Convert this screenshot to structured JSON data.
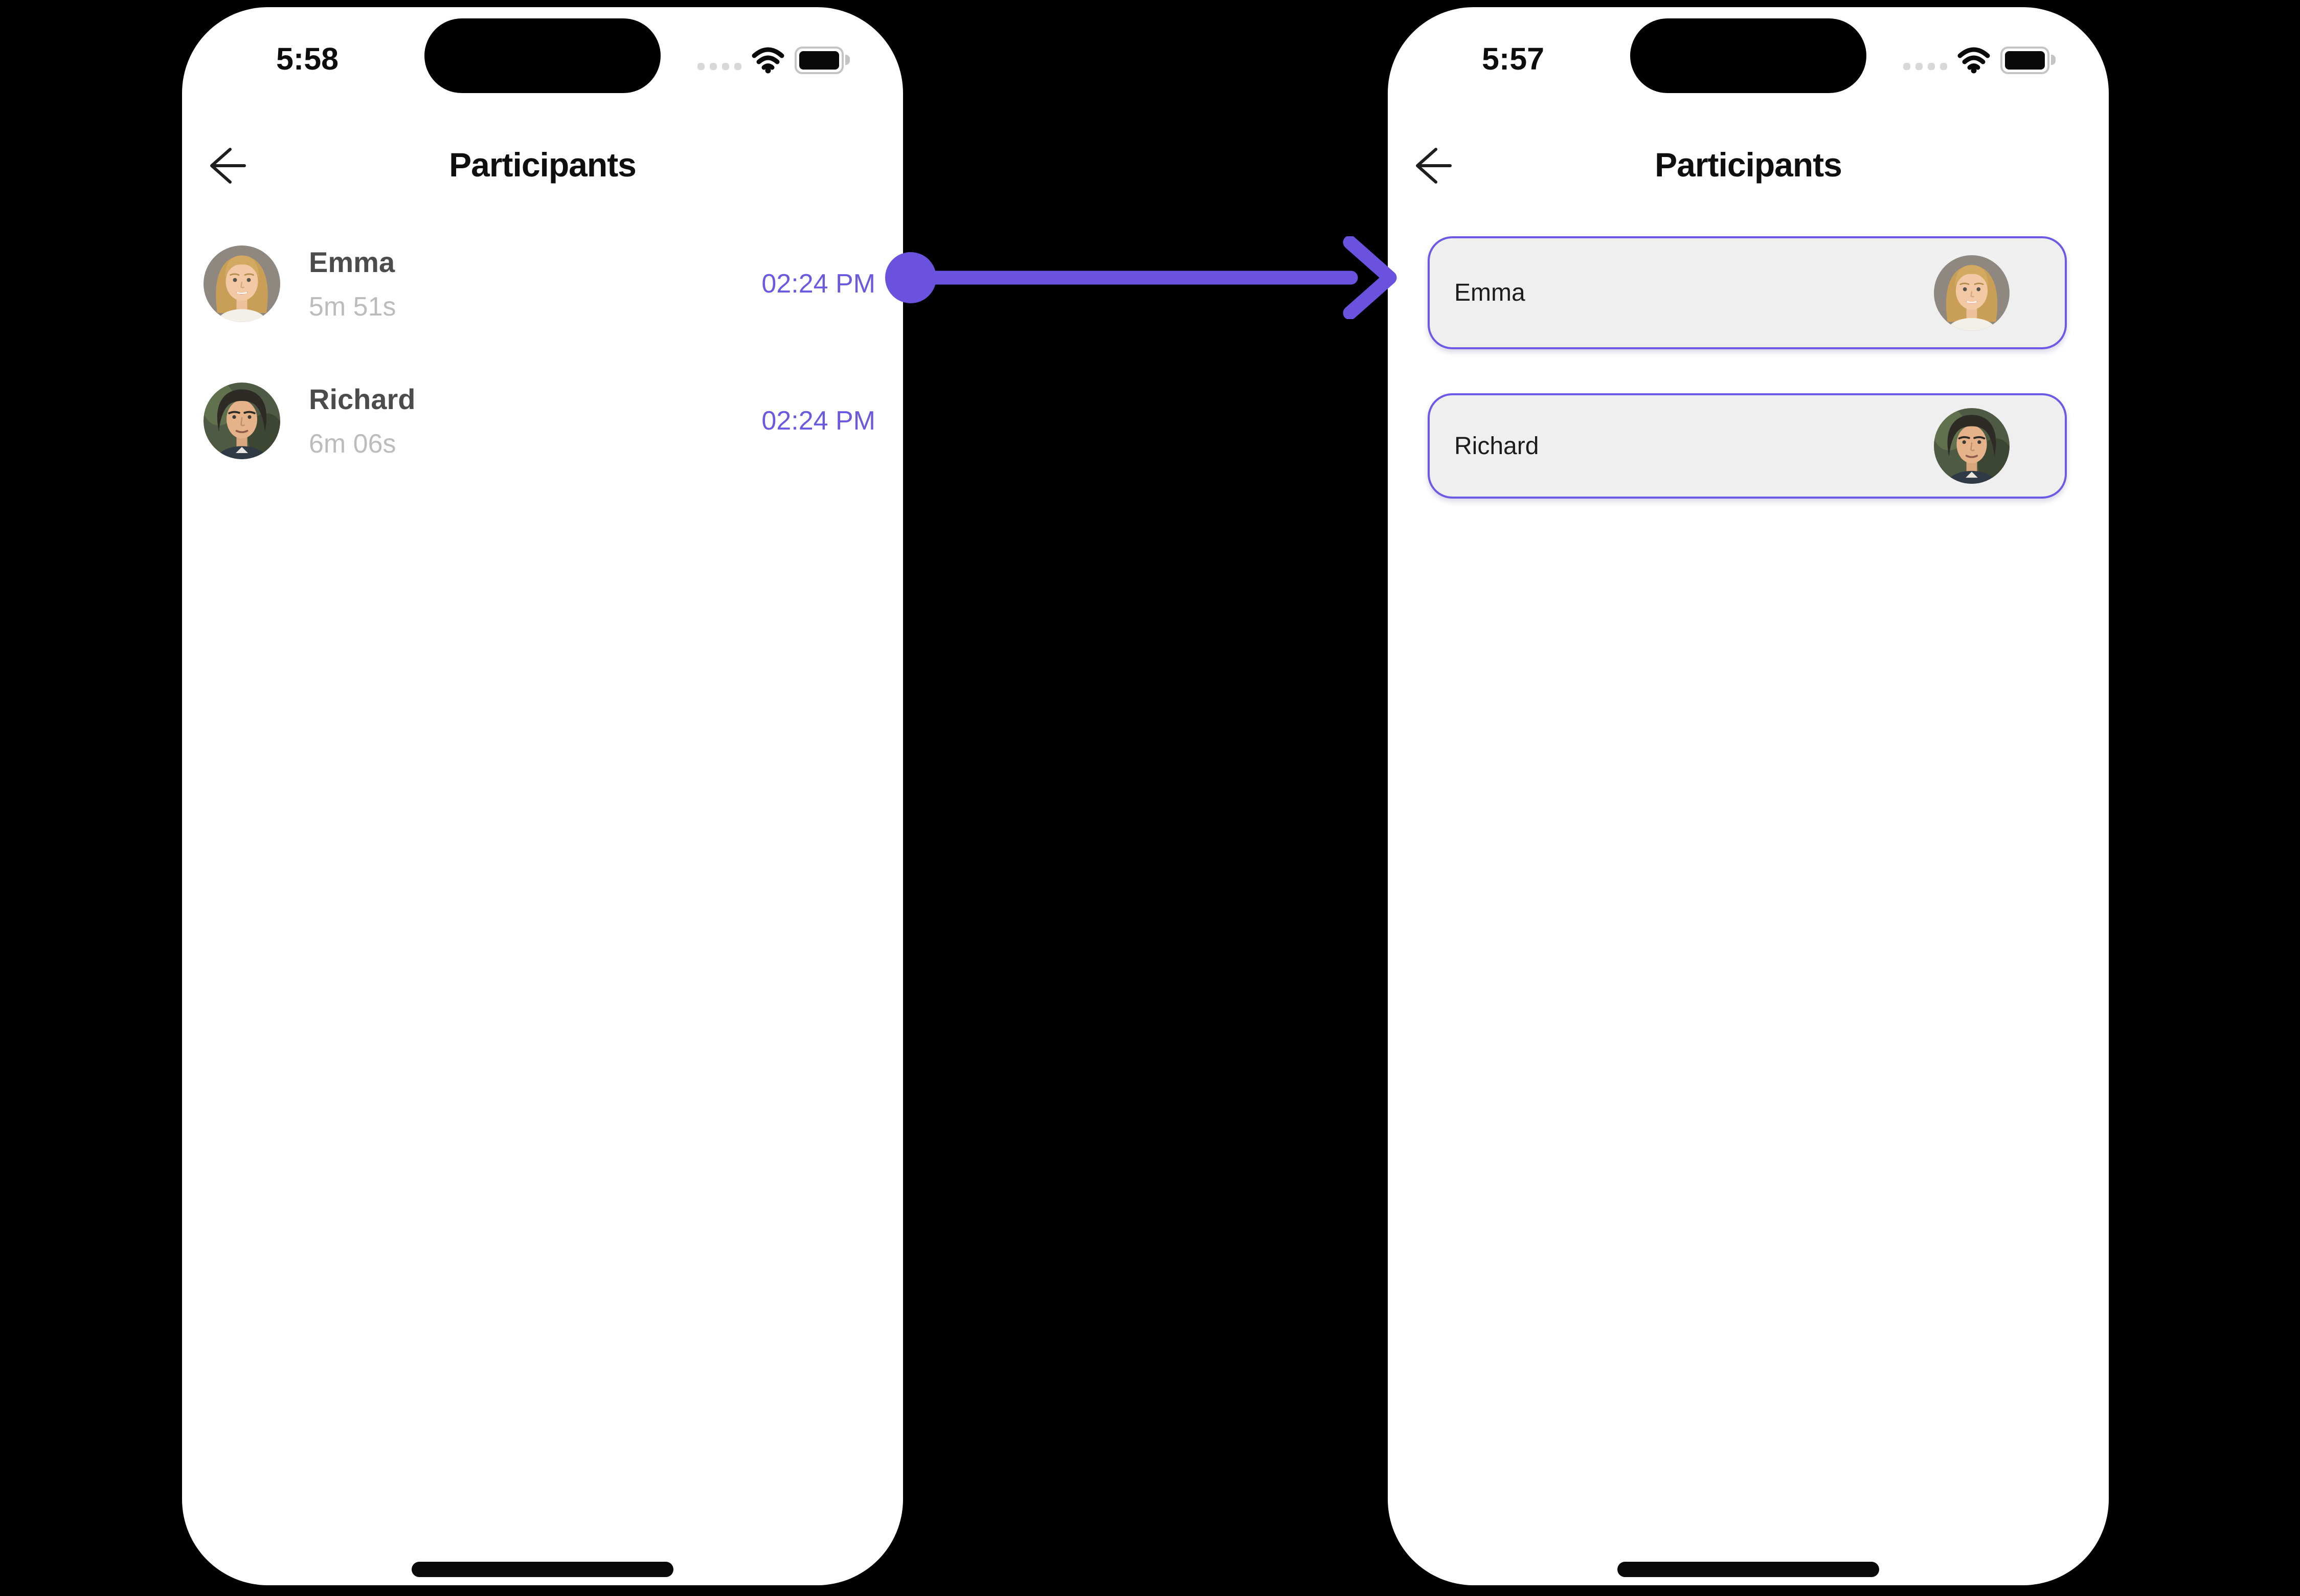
{
  "colors": {
    "background": "#000000",
    "phone_background": "#FFFFFF",
    "accent_purple_arrow": "#6A52DE",
    "time_text": "#6A5AE0",
    "card_border": "#6C5AE6",
    "card_background": "#EFEFEF",
    "name_text": "#4C4C4C",
    "duration_text": "#BCBCBC",
    "title_text": "#0F0F0F"
  },
  "icons": {
    "back": "arrow-left-icon",
    "cellular": "cellular-signal-dots-icon",
    "wifi": "wifi-icon",
    "battery": "battery-full-icon",
    "transition": "arrow-right-icon",
    "home": "home-indicator-bar",
    "dynamic_island": "dynamic-island"
  },
  "left_phone": {
    "status_time": "5:58",
    "title": "Participants",
    "participants": [
      {
        "name": "Emma",
        "duration": "5m 51s",
        "time": "02:24 PM",
        "avatar": "emma-avatar"
      },
      {
        "name": "Richard",
        "duration": "6m 06s",
        "time": "02:24 PM",
        "avatar": "richard-avatar"
      }
    ]
  },
  "right_phone": {
    "status_time": "5:57",
    "title": "Participants",
    "participants": [
      {
        "name": "Emma",
        "avatar": "emma-avatar"
      },
      {
        "name": "Richard",
        "avatar": "richard-avatar"
      }
    ]
  }
}
